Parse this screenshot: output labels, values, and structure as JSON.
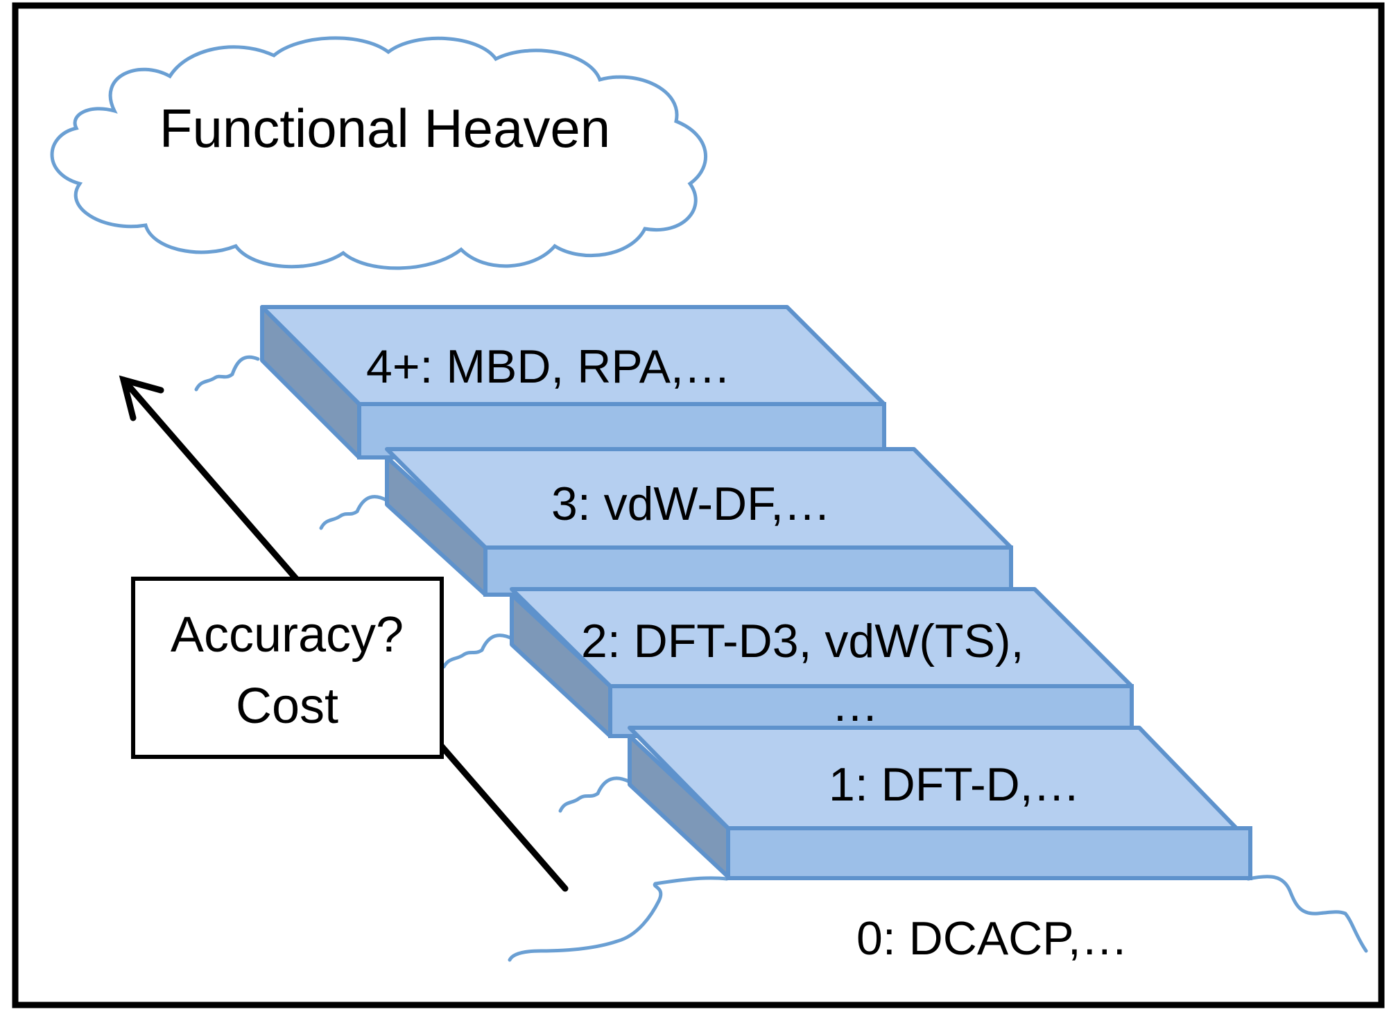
{
  "diagram": {
    "title": "Functional Heaven",
    "steps": [
      {
        "level_text": "4+: MBD, RPA,…"
      },
      {
        "level_text": "3: vdW-DF,…"
      },
      {
        "level_text": "2: DFT-D3, vdW(TS),",
        "continuation": "…"
      },
      {
        "level_text": "1: DFT-D,…"
      }
    ],
    "ground": {
      "level_text": "0: DCACP,…"
    },
    "axis_box": {
      "line1": "Accuracy?",
      "line2": "Cost"
    }
  },
  "colors": {
    "step_top": "#b5cff0",
    "step_front": "#9cbfe8",
    "step_side": "#7d98b8",
    "step_border": "#5e92cc",
    "cloud_fill": "#ffffff",
    "cloud_stroke": "#6a9fd3",
    "squiggle": "#6a9fd3",
    "arrow": "#000000",
    "frame": "#000000"
  },
  "icons": {
    "arrow": "up-left-arrow"
  }
}
